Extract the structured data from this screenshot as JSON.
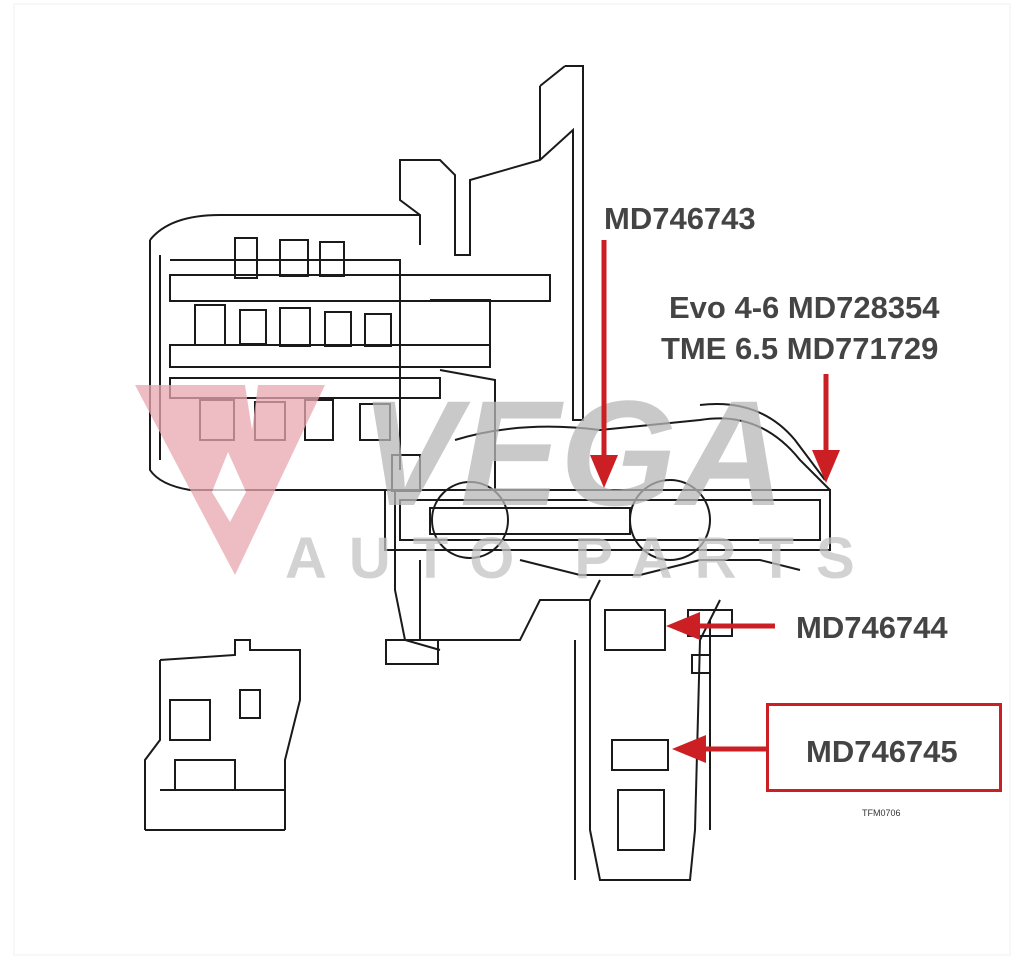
{
  "labels": {
    "part_top": "MD746743",
    "part_right_line1": "Evo 4-6 MD728354",
    "part_right_line2": "TME 6.5 MD771729",
    "part_middle": "MD746744",
    "part_bottom": "MD746745"
  },
  "figure_code": "TFM0706",
  "watermark": {
    "word1": "VEGA",
    "word2": "AUTO PARTS"
  },
  "colors": {
    "arrow": "#cc1f24",
    "callout_box": "#cc1f24",
    "label_text": "#444444",
    "line_art": "#1a1a1a",
    "watermark_red": "#e8a8b0",
    "watermark_grey": "#b8b8b8"
  }
}
